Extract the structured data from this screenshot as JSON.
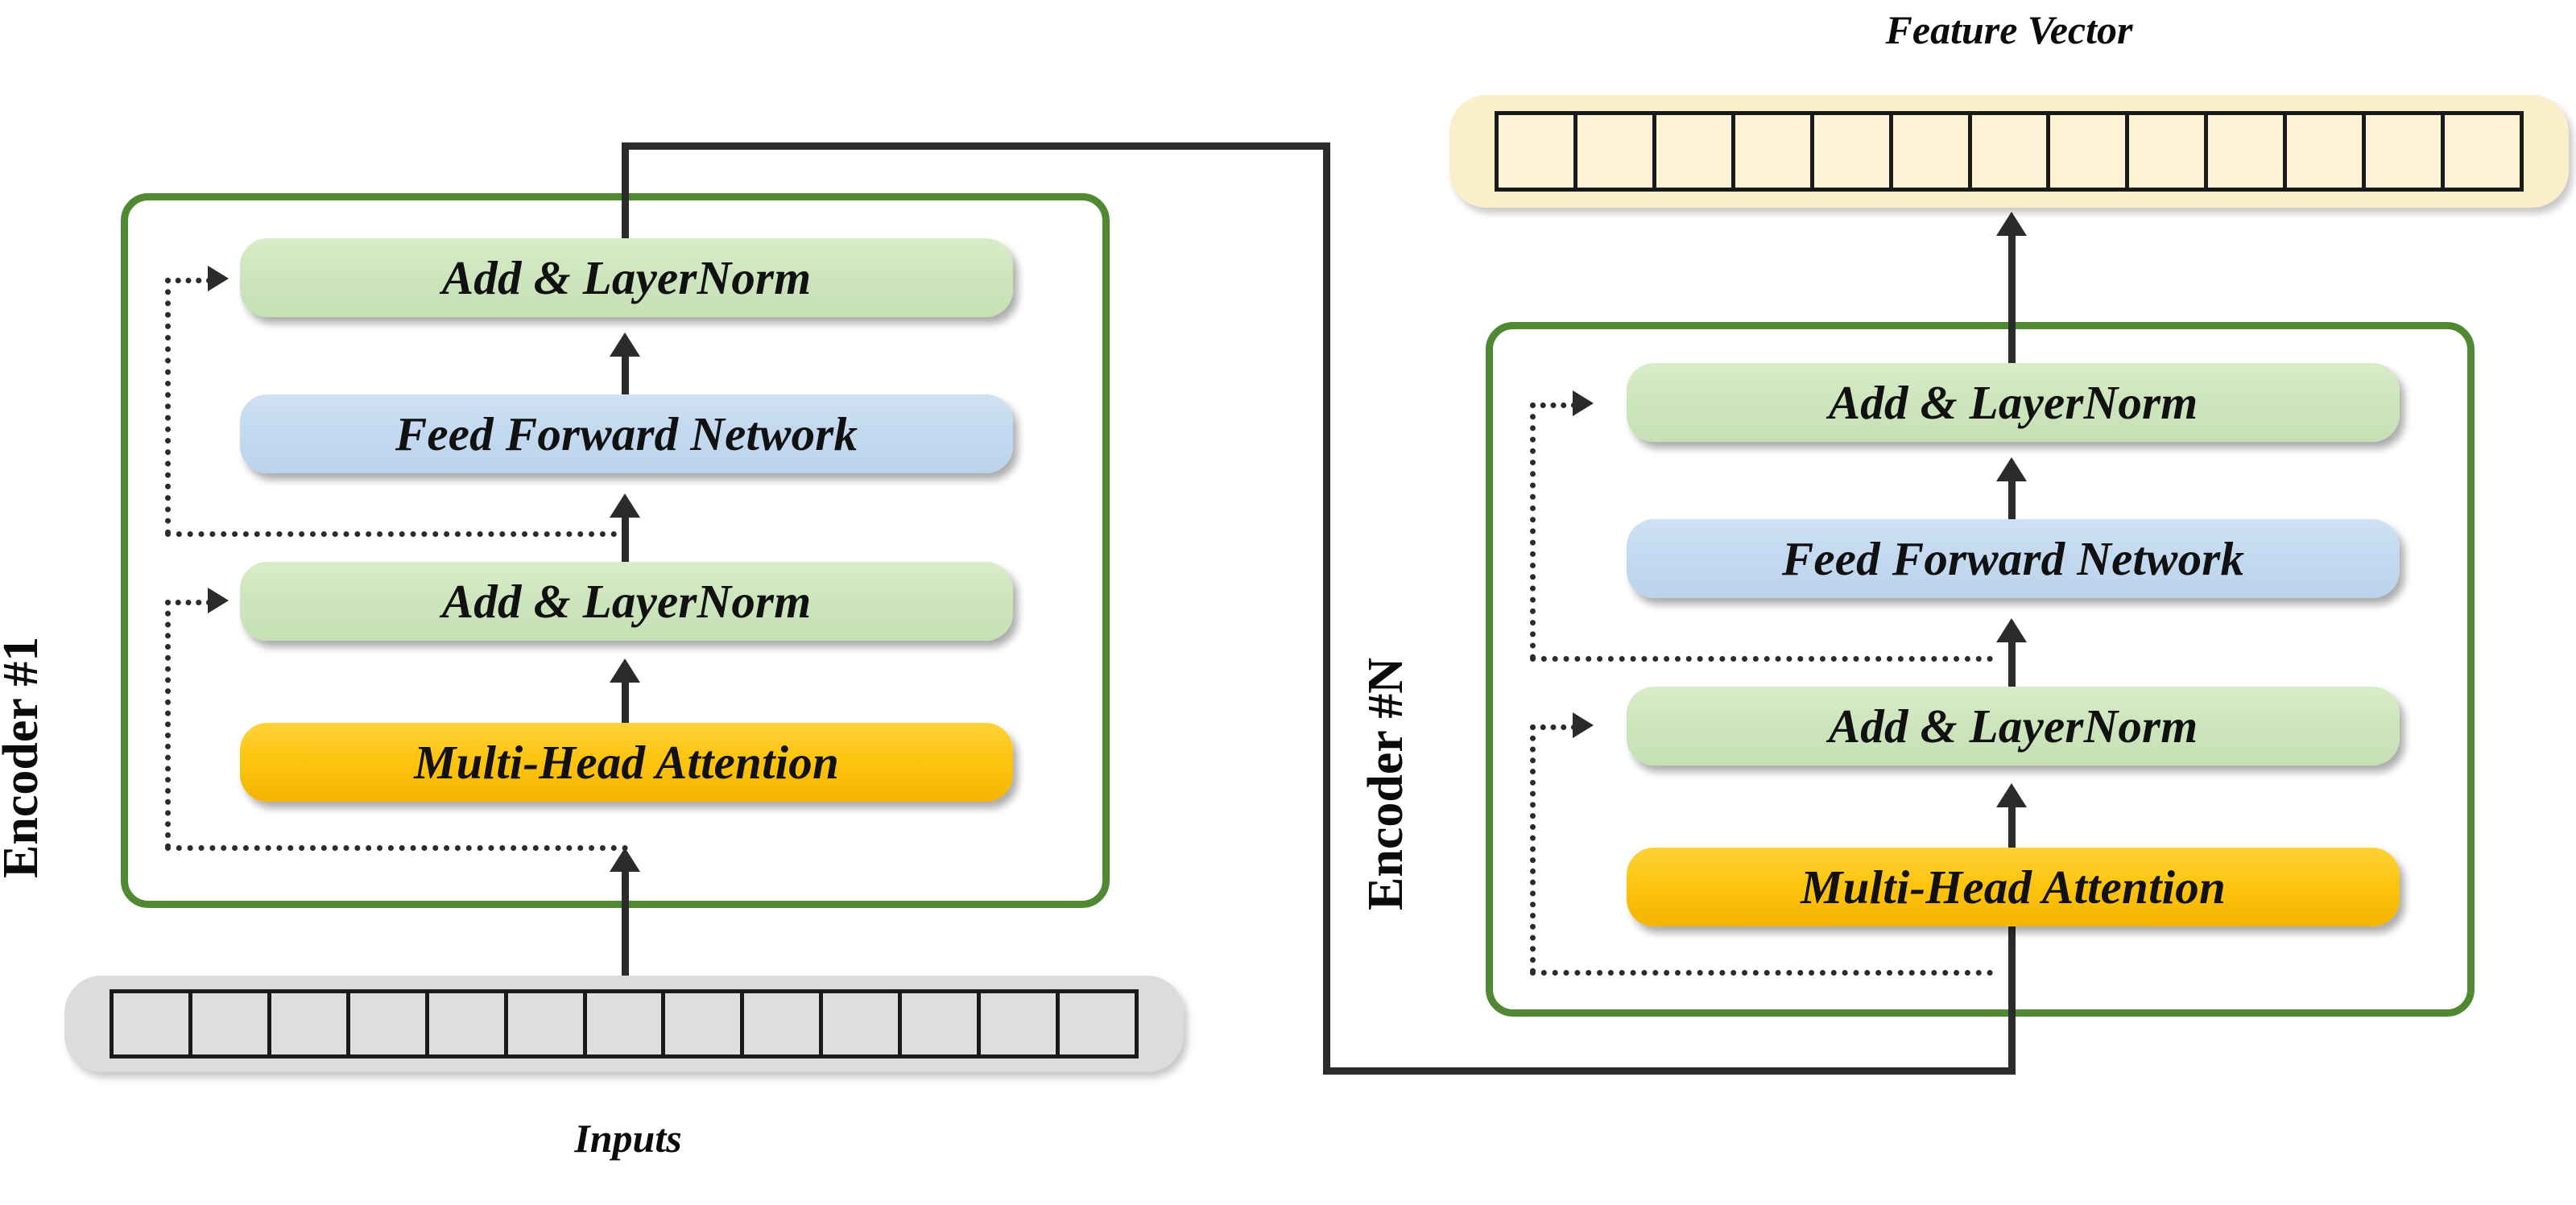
{
  "diagram": {
    "title_feature_vector": "Feature Vector",
    "caption_inputs": "Inputs",
    "colors": {
      "encoder_border": "#4f8a33",
      "add_layernorm": "#c6e0b4",
      "feed_forward": "#bdd7ee",
      "multi_head_attention": "#fcc20c",
      "inputs_strip": "#dcdcdc",
      "feature_vector_strip": "#fbeecb",
      "connector": "#2b2b2b"
    }
  },
  "encoders": [
    {
      "id": "encoder-1",
      "label": "Encoder #1",
      "blocks": [
        {
          "name": "add-layernorm-top",
          "label": "Add & LayerNorm",
          "color": "green"
        },
        {
          "name": "feed-forward-network",
          "label": "Feed Forward Network",
          "color": "blue"
        },
        {
          "name": "add-layernorm-bottom",
          "label": "Add & LayerNorm",
          "color": "green"
        },
        {
          "name": "multi-head-attention",
          "label": "Multi-Head Attention",
          "color": "orange"
        }
      ]
    },
    {
      "id": "encoder-n",
      "label": "Encoder #N",
      "blocks": [
        {
          "name": "add-layernorm-top",
          "label": "Add & LayerNorm",
          "color": "green"
        },
        {
          "name": "feed-forward-network",
          "label": "Feed Forward Network",
          "color": "blue"
        },
        {
          "name": "add-layernorm-bottom",
          "label": "Add & LayerNorm",
          "color": "green"
        },
        {
          "name": "multi-head-attention",
          "label": "Multi-Head Attention",
          "color": "orange"
        }
      ]
    }
  ],
  "vectors": {
    "inputs": {
      "label": "Inputs",
      "cell_count": 13
    },
    "feature_vector": {
      "label": "Feature Vector",
      "cell_count": 13
    }
  }
}
